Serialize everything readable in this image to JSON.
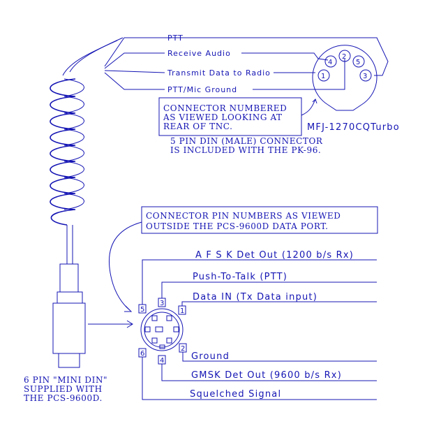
{
  "tnc": {
    "wires": {
      "ptt": "PTT",
      "receive_audio": "Receive Audio",
      "transmit_data": "Transmit Data to Radio",
      "ptt_mic_ground": "PTT/Mic Ground"
    },
    "pins": [
      "1",
      "2",
      "3",
      "4",
      "5"
    ],
    "model": "MFJ-1270CQTurbo",
    "note_lines": [
      "CONNECTOR NUMBERED",
      "AS VIEWED LOOKING AT",
      "REAR OF TNC."
    ],
    "din_lines": [
      "5 PIN DIN (MALE) CONNECTOR",
      "IS INCLUDED WITH THE PK-96."
    ]
  },
  "pcs": {
    "header_lines": [
      "CONNECTOR PIN NUMBERS AS VIEWED",
      "OUTSIDE THE PCS-9600D DATA PORT."
    ],
    "signals": {
      "afsk": "A F S K  Det Out (1200 b/s Rx)",
      "ptt": "Push-To-Talk (PTT)",
      "data_in": "Data IN  (Tx Data input)",
      "ground": "Ground",
      "gmsk": "GMSK Det Out (9600 b/s Rx)",
      "squelch": "Squelched Signal"
    },
    "pins": [
      "1",
      "2",
      "3",
      "4",
      "5",
      "6"
    ]
  },
  "mini_din_lines": [
    "6 PIN \"MINI DIN\"",
    "SUPPLIED WITH",
    "THE PCS-9600D."
  ],
  "colors": {
    "ink": "#1414b4",
    "background": "#ffffff"
  }
}
